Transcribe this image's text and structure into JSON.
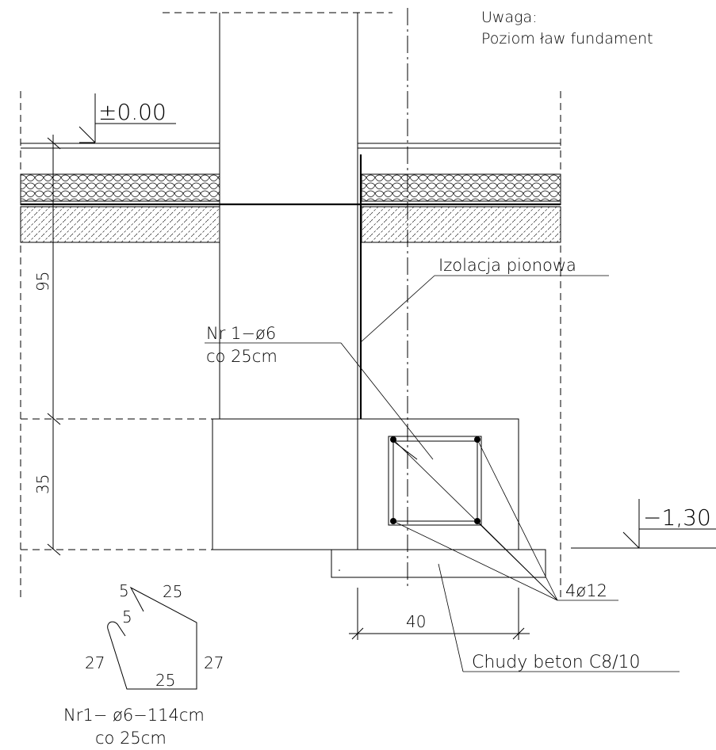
{
  "note": {
    "heading": "Uwaga:",
    "text": "Poziom ław fundament"
  },
  "levels": {
    "top": "±0.00",
    "bottom": "−1,30"
  },
  "dimensions": {
    "wall_height": "95",
    "footing_height": "35",
    "footing_half_width": "40"
  },
  "labels": {
    "vertical_insulation": "Izolacja pionowa",
    "stirrup_line1": "Nr 1−ø6",
    "stirrup_line2": "co 25cm",
    "main_bars": "4ø12",
    "lean_concrete": "Chudy beton C8/10"
  },
  "bending_schedule": {
    "hook_a": "5",
    "hook_b": "5",
    "top_edge": "25",
    "left_edge": "27",
    "right_edge": "27",
    "bottom_edge": "25",
    "caption_line1": "Nr1−  ø6−114cm",
    "caption_line2": "co 25cm"
  }
}
